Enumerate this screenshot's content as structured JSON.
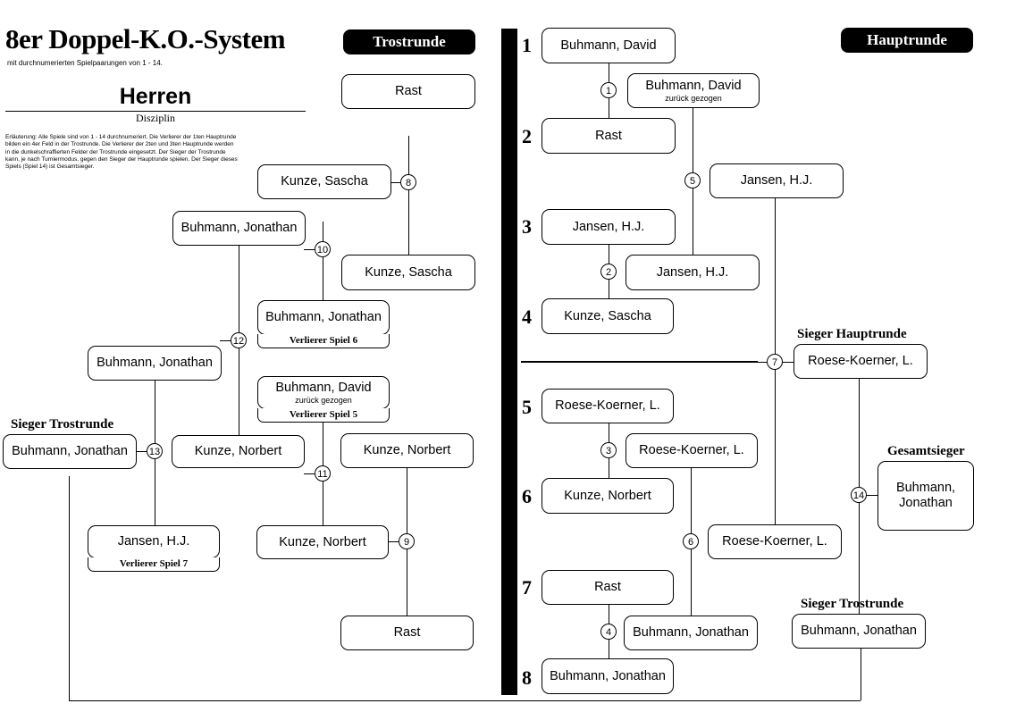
{
  "header": {
    "title": "8er Doppel-K.O.-System",
    "subtitle": "mit durchnumerierten Spielpaarungen von 1 - 14.",
    "category": "Herren",
    "category_label": "Disziplin",
    "explanation": "Erläuterung: Alle Spiele sind von 1 - 14 durchnumeriert. Die Verlierer der 1ten Hauptrunde bilden ein 4er Feld in der Trostrunde. Die Verlierer der 2ten und 3ten Hauptrunde werden in die dunkelschraffierten Felder der Trostrunde eingesetzt. Der Sieger der Trostrunde kann, je nach Turniermodus, gegen den Sieger der Hauptrunde spielen. Der Sieger dieses Spiels (Spiel 14) ist Gesamtsieger."
  },
  "sections": {
    "consolation": "Trostrunde",
    "main": "Hauptrunde"
  },
  "slots": [
    "1",
    "2",
    "3",
    "4",
    "5",
    "6",
    "7",
    "8"
  ],
  "games": [
    "1",
    "2",
    "3",
    "4",
    "5",
    "6",
    "7",
    "8",
    "9",
    "10",
    "11",
    "12",
    "13",
    "14"
  ],
  "main_round": {
    "r1": [
      {
        "name": "Buhmann, David"
      },
      {
        "name": "Rast"
      },
      {
        "name": "Jansen, H.J."
      },
      {
        "name": "Kunze, Sascha"
      },
      {
        "name": "Roese-Koerner, L."
      },
      {
        "name": "Kunze, Norbert"
      },
      {
        "name": "Rast"
      },
      {
        "name": "Buhmann, Jonathan"
      }
    ],
    "r2": [
      {
        "name": "Buhmann, David",
        "note": "zurück gezogen"
      },
      {
        "name": "Jansen, H.J."
      },
      {
        "name": "Roese-Koerner, L."
      },
      {
        "name": "Buhmann, Jonathan"
      }
    ],
    "r3": [
      {
        "name": "Jansen, H.J."
      },
      {
        "name": "Roese-Koerner, L."
      }
    ],
    "winner_heading": "Sieger Hauptrunde",
    "winner": "Roese-Koerner, L.",
    "consolation_winner_heading": "Sieger Trostrunde",
    "consolation_winner": "Buhmann, Jonathan",
    "overall_heading": "Gesamtsieger",
    "overall_line1": "Buhmann,",
    "overall_line2": "Jonathan"
  },
  "consolation_round": {
    "rast_top": "Rast",
    "kunze_sascha_a": "Kunze, Sascha",
    "kunze_sascha_b": "Kunze, Sascha",
    "buhmann_jonathan_a": "Buhmann, Jonathan",
    "buhmann_jonathan_b": "Buhmann, Jonathan",
    "loser_6_label": "Verlierer Spiel 6",
    "buhmann_jonathan_c": "Buhmann, Jonathan",
    "buhmann_david": "Buhmann, David",
    "buhmann_david_note": "zurück gezogen",
    "loser_5_label": "Verlierer Spiel 5",
    "kunze_norbert_a": "Kunze, Norbert",
    "kunze_norbert_b": "Kunze, Norbert",
    "kunze_norbert_c": "Kunze, Norbert",
    "jansen": "Jansen, H.J.",
    "loser_7_label": "Verlierer Spiel 7",
    "rast_bottom": "Rast",
    "winner_heading": "Sieger Trostrunde",
    "winner": "Buhmann, Jonathan"
  }
}
